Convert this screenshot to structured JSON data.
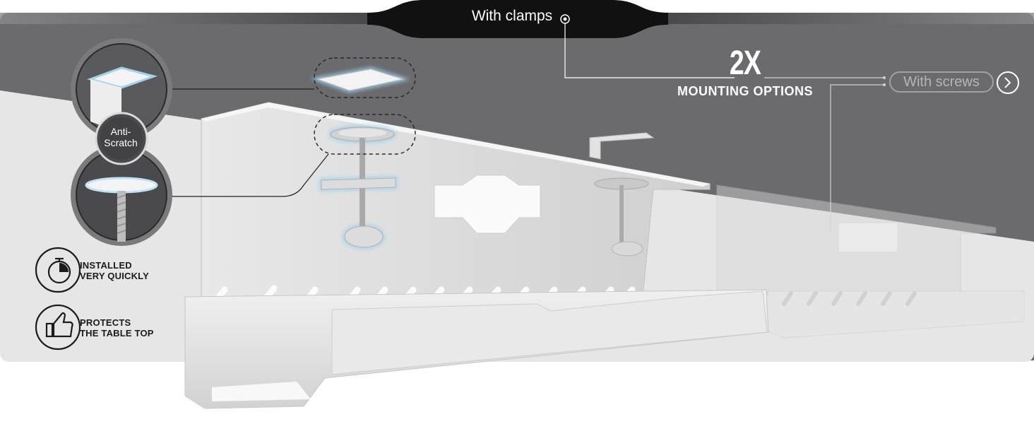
{
  "header": {
    "tab_label": "With clamps"
  },
  "mounting": {
    "count": "2X",
    "subtitle": "MOUNTING OPTIONS",
    "alt_option": "With screws"
  },
  "badge": {
    "line1": "Anti-",
    "line2": "Scratch"
  },
  "features": [
    {
      "icon": "stopwatch-icon",
      "line1": "INSTALLED",
      "line2": "VERY QUICKLY"
    },
    {
      "icon": "thumbs-up-icon",
      "line1": "PROTECTS",
      "line2": "THE TABLE TOP"
    }
  ],
  "colors": {
    "dark_band": "#6a6a6d",
    "light_band": "#e7e7e8",
    "tab": "#111111",
    "glow": "#9fd2ee",
    "tray": "#dedede"
  }
}
